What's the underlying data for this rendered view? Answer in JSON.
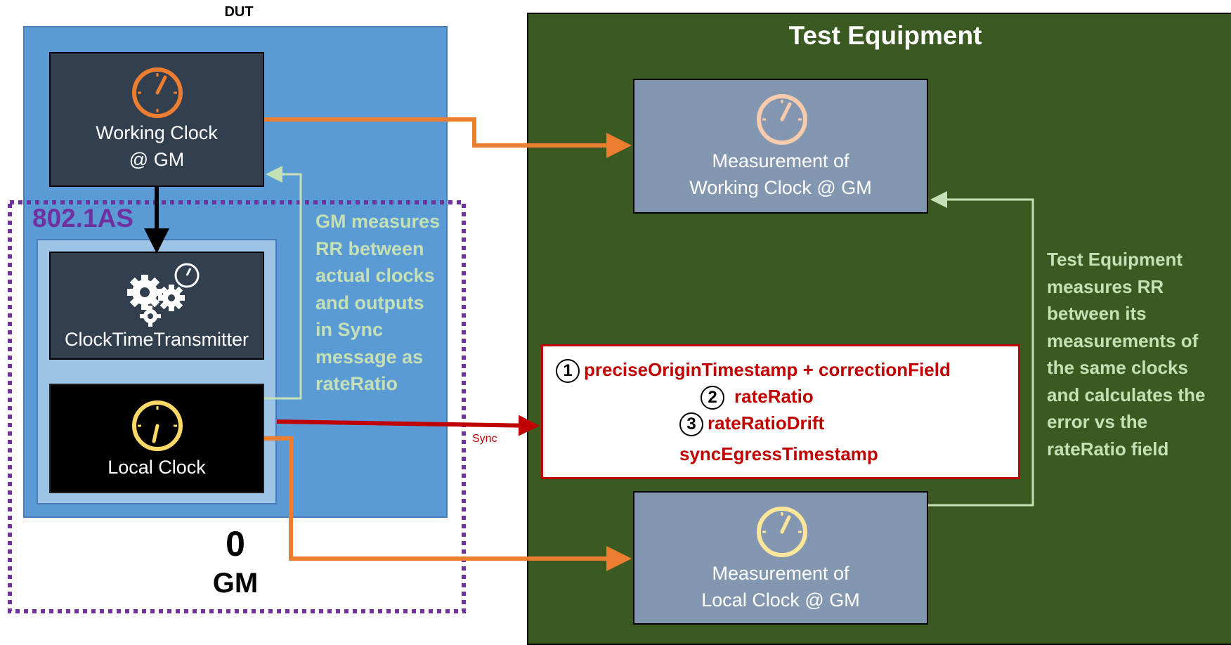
{
  "dut": {
    "title": "DUT"
  },
  "working_clock": {
    "line1": "Working Clock",
    "line2": "@ GM"
  },
  "clock_time_transmitter": {
    "label": "ClockTimeTransmitter"
  },
  "local_clock": {
    "label": "Local Clock"
  },
  "standard": {
    "label": "802.1AS"
  },
  "gm": {
    "number": "0",
    "label": "GM"
  },
  "gm_note": [
    "GM measures",
    "RR between",
    "actual clocks",
    "and outputs",
    "in Sync",
    "message as",
    "rateRatio"
  ],
  "test_equipment": {
    "title": "Test Equipment"
  },
  "meas_working": {
    "line1": "Measurement of",
    "line2": "Working Clock @ GM"
  },
  "meas_local": {
    "line1": "Measurement of",
    "line2": "Local Clock @ GM"
  },
  "te_note": [
    "Test Equipment",
    "measures RR",
    "between its",
    "measurements of",
    "the same clocks",
    "and calculates the",
    "error vs the",
    "rateRatio field"
  ],
  "sync": {
    "arrow_label": "Sync",
    "fields": [
      {
        "num": "1",
        "text": "preciseOriginTimestamp + correctionField"
      },
      {
        "num": "2",
        "text": "rateRatio"
      },
      {
        "num": "3",
        "text": "rateRatioDrift"
      },
      {
        "num": "",
        "text": "syncEgressTimestamp"
      }
    ]
  },
  "colors": {
    "dut_blue": "#5b9bd5",
    "panel_green": "#3b5a22",
    "arrow_orange": "#ed7d31",
    "note_green": "#c5e0b4",
    "sync_red": "#c00000",
    "as_purple": "#7030a0"
  },
  "icons": {
    "working_clock": "clock-icon",
    "ctt": "gears-clock-icon",
    "local_clock": "clock-icon"
  }
}
